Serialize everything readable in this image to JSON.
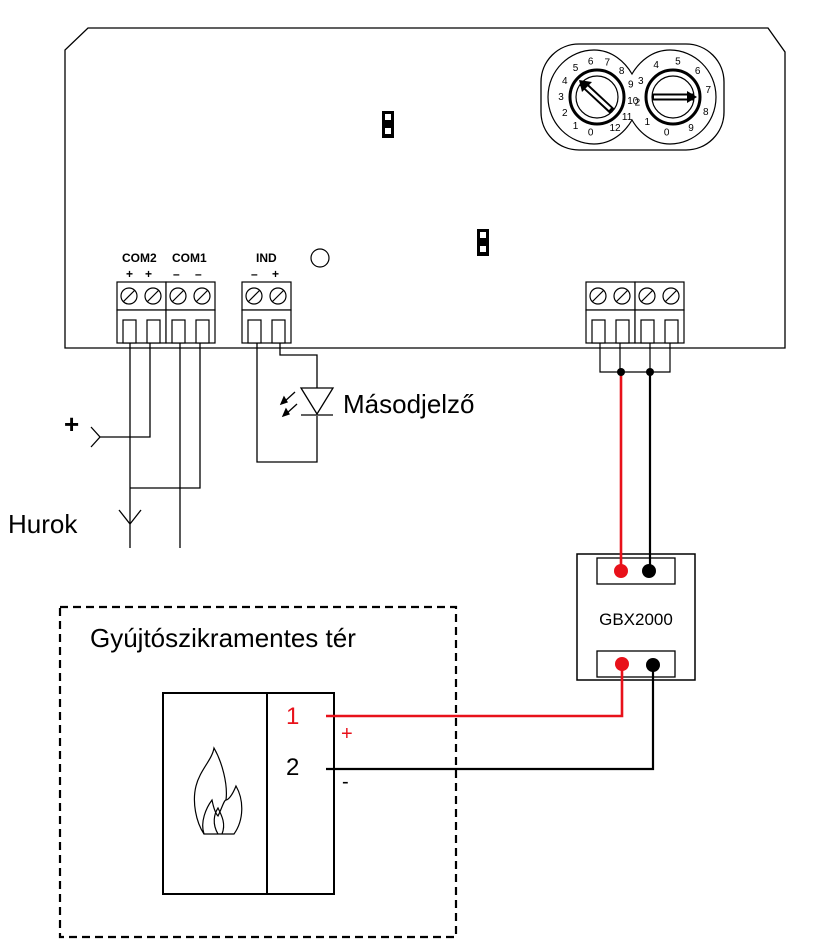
{
  "panel": {
    "terminals": {
      "com2": "COM2",
      "com1": "COM1",
      "ind": "IND"
    },
    "polarity": {
      "com2_a": "+",
      "com2_b": "+",
      "com1_a": "–",
      "com1_b": "–",
      "ind_a": "–",
      "ind_b": "+"
    },
    "dial_left_numbers": [
      "5",
      "6",
      "7",
      "8",
      "9",
      "4",
      "10",
      "3",
      "11",
      "2",
      "12",
      "1",
      "0"
    ],
    "dial_right_numbers": [
      "3",
      "4",
      "5",
      "6",
      "2",
      "7",
      "1",
      "8",
      "0",
      "9"
    ]
  },
  "labels": {
    "secondary_indicator": "Másodjelző",
    "loop": "Hurok",
    "loop_plus": "+",
    "barrier": "GBX2000",
    "hazard_zone": "Gyújtószikramentes tér",
    "detector_terminal_1": "1",
    "detector_terminal_2": "2",
    "plus_sign": "+",
    "minus_sign": "-"
  },
  "colors": {
    "positive_wire": "#e8111a",
    "negative_wire": "#000000",
    "outline": "#000000"
  },
  "icons": {
    "detector": "flame-icon",
    "indicator": "led-diode-icon"
  }
}
